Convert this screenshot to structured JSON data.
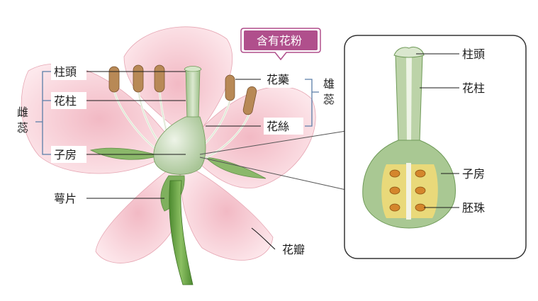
{
  "callout": {
    "text": "含有花粉",
    "color": "#b04f8c"
  },
  "labels": {
    "stigma": "柱頭",
    "style": "花柱",
    "ovary": "子房",
    "sepal": "萼片",
    "petal": "花瓣",
    "anther": "花藥",
    "filament": "花絲",
    "pistil_char1": "雌",
    "pistil_char2": "蕊",
    "stamen_char1": "雄",
    "stamen_char2": "蕊"
  },
  "inset_labels": {
    "stigma": "柱頭",
    "style": "花柱",
    "ovary": "子房",
    "ovule": "胚珠"
  },
  "colors": {
    "petal": "#f6cfd6",
    "pistil": "#bfd6b0",
    "stem": "#5f9a3e",
    "anther": "#b07a4a",
    "ovule": "#d4862c",
    "ovule_fill": "#e9d97a",
    "bracket": "#5a7ea8"
  }
}
